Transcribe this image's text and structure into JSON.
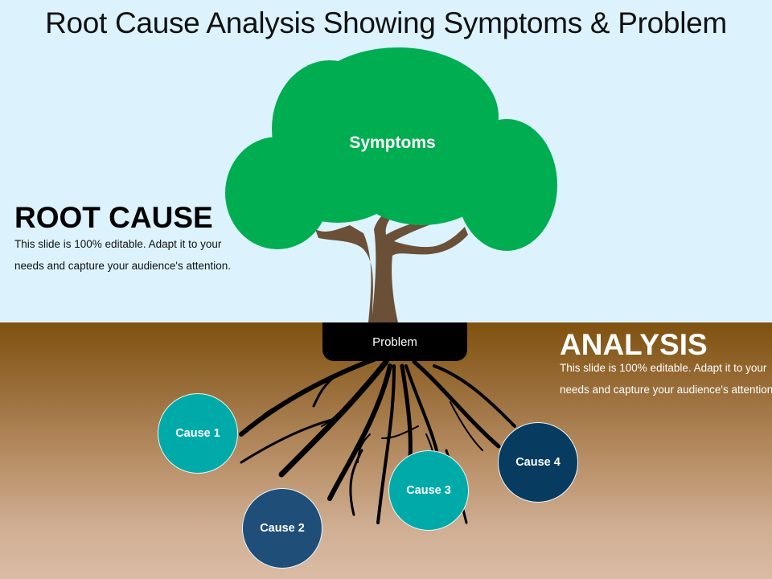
{
  "title": "Root Cause Analysis Showing Symptoms & Problem",
  "tree": {
    "canopy_label": "Symptoms",
    "problem_label": "Problem",
    "colors": {
      "canopy": "#00ad50",
      "trunk": "#6b5038",
      "roots": "#000000",
      "sky": "#dcf3fd",
      "ground_top": "#7f520f",
      "ground_bottom": "#dbbba5"
    }
  },
  "root_cause": {
    "heading": "ROOT CAUSE",
    "text": "This slide is 100% editable. Adapt it to your needs and capture your audience's attention."
  },
  "analysis": {
    "heading": "ANALYSIS",
    "text": "This slide is 100% editable. Adapt it to your needs and capture your audience's attention."
  },
  "causes": [
    {
      "label": "Cause 1",
      "color": "#00aaa9"
    },
    {
      "label": "Cause 2",
      "color": "#1f4e79"
    },
    {
      "label": "Cause 3",
      "color": "#00aaa9"
    },
    {
      "label": "Cause 4",
      "color": "#073c60"
    }
  ]
}
